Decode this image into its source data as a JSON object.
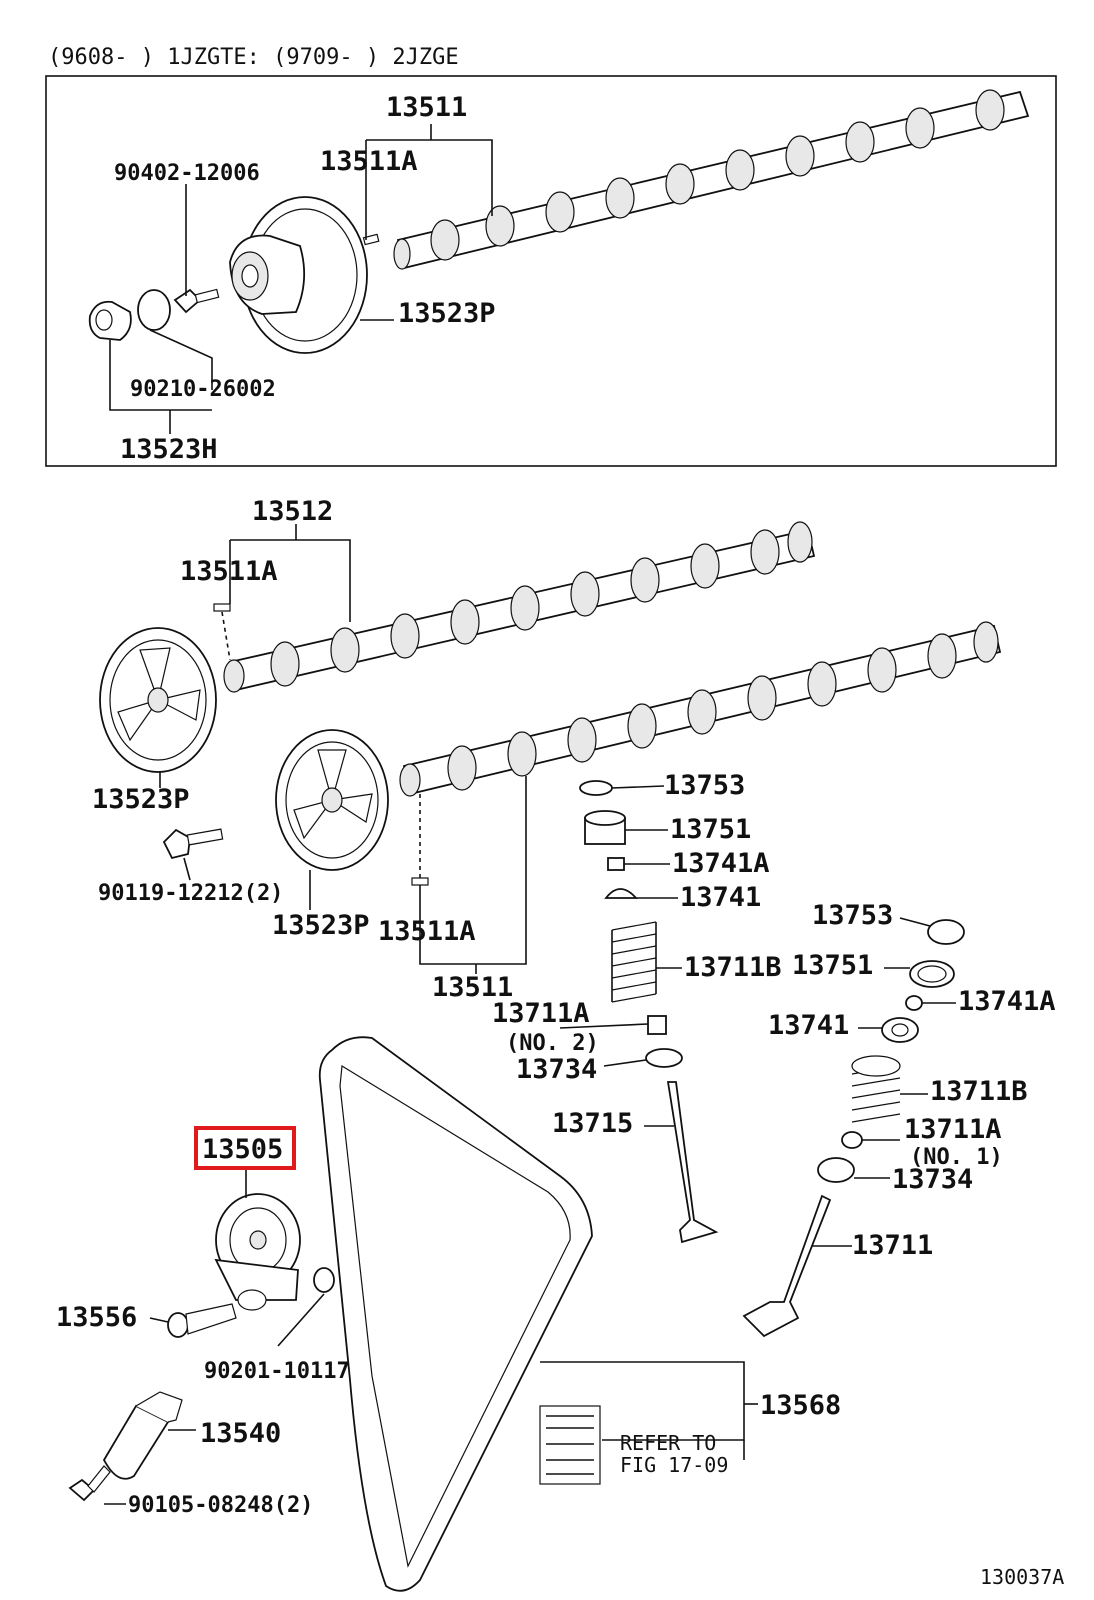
{
  "header": {
    "engine_range": "(9608-          ) 1JZGTE: (9709-          ) 2JZGE"
  },
  "inset_box": {
    "parts": {
      "camshaft": "13511",
      "pin": "13511A",
      "bolt": "90402-12006",
      "pulley": "13523P",
      "washer": "90210-26002",
      "pulley_set": "13523H"
    }
  },
  "main": {
    "parts": {
      "exhaust_camshaft": "13512",
      "pin_upper": "13511A",
      "pulley_left": "13523P",
      "bolt": "90119-12212(2)",
      "pulley_center": "13523P",
      "pin_lower": "13511A",
      "intake_camshaft": "13511",
      "shim_a": "13753",
      "lifter_a": "13751",
      "keeper_a": "13741A",
      "retainer_a": "13741",
      "spring_a": "13711B",
      "seat_a": "13711A",
      "seat_a_note": "(NO. 2)",
      "oil_seal_a": "13734",
      "valve_a": "13715",
      "shim_b": "13753",
      "lifter_b": "13751",
      "keeper_b": "13741A",
      "retainer_b": "13741",
      "spring_b": "13711B",
      "seat_b": "13711A",
      "seat_b_note": "(NO. 1)",
      "oil_seal_b": "13734",
      "valve_b": "13711",
      "tensioner": "13505",
      "tensioner_bolt": "13556",
      "tensioner_washer": "90201-10117",
      "damper": "13540",
      "damper_bolt": "90105-08248(2)",
      "timing_belt": "13568",
      "refer_line1": "REFER TO",
      "refer_line2": "FIG  17-09"
    }
  },
  "highlight": {
    "part": "13505",
    "color": "#e0191b"
  },
  "footer": {
    "figure_id": "130037A"
  }
}
